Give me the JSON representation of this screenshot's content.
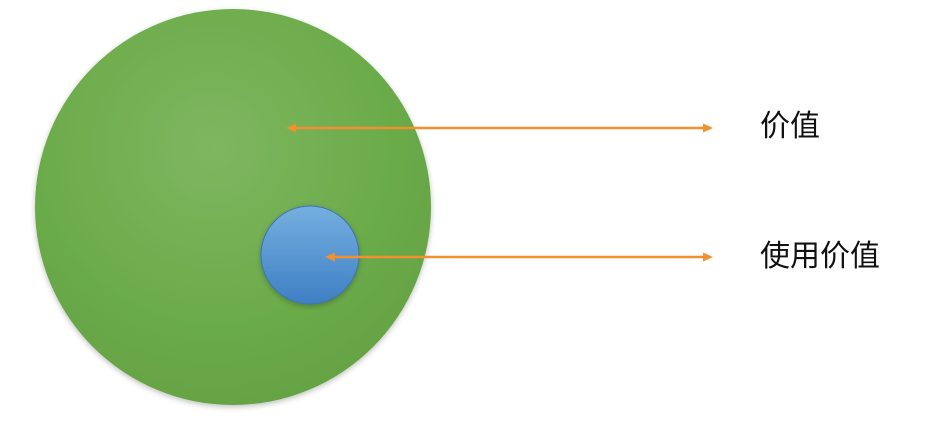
{
  "labels": {
    "value": "价值",
    "use_value": "使用价值"
  },
  "colors": {
    "outer_circle_light": "#86b96b",
    "outer_circle": "#6bab4a",
    "outer_circle_dark": "#5f9c3e",
    "inner_circle_light": "#74aee0",
    "inner_circle": "#4e8fce",
    "inner_circle_dark": "#3a79bd",
    "arrow": "#f0912e",
    "text": "#111111"
  },
  "shapes": {
    "outer": "circle",
    "inner": "circle",
    "connectors": "double-headed-arrows"
  }
}
